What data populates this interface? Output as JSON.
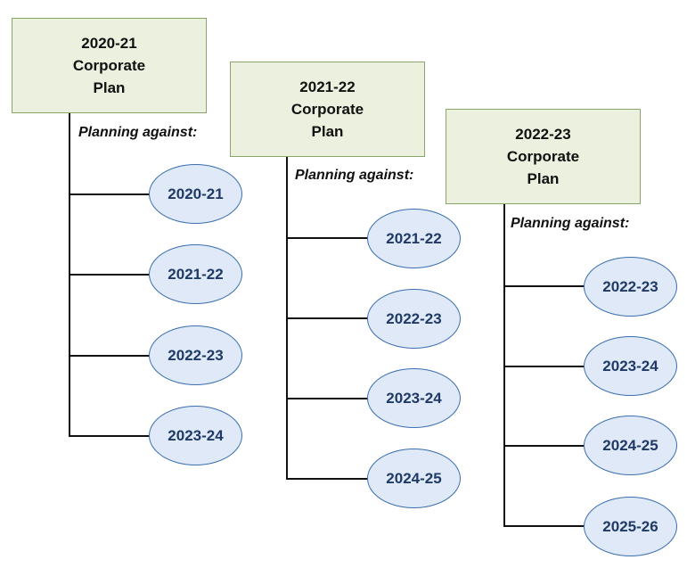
{
  "plans": [
    {
      "title": [
        "2020-21",
        "Corporate",
        "Plan"
      ],
      "planning_label": "Planning against:",
      "years": [
        "2020-21",
        "2021-22",
        "2022-23",
        "2023-24"
      ]
    },
    {
      "title": [
        "2021-22",
        "Corporate",
        "Plan"
      ],
      "planning_label": "Planning against:",
      "years": [
        "2021-22",
        "2022-23",
        "2023-24",
        "2024-25"
      ]
    },
    {
      "title": [
        "2022-23",
        "Corporate",
        "Plan"
      ],
      "planning_label": "Planning against:",
      "years": [
        "2022-23",
        "2023-24",
        "2024-25",
        "2025-26"
      ]
    }
  ],
  "colors": {
    "box_fill": "#ebf1de",
    "box_border": "#8aa56a",
    "ellipse_fill": "#dfe9f7",
    "ellipse_border": "#3b6fb0",
    "ellipse_text": "#1f3a66",
    "connector": "#111111"
  }
}
